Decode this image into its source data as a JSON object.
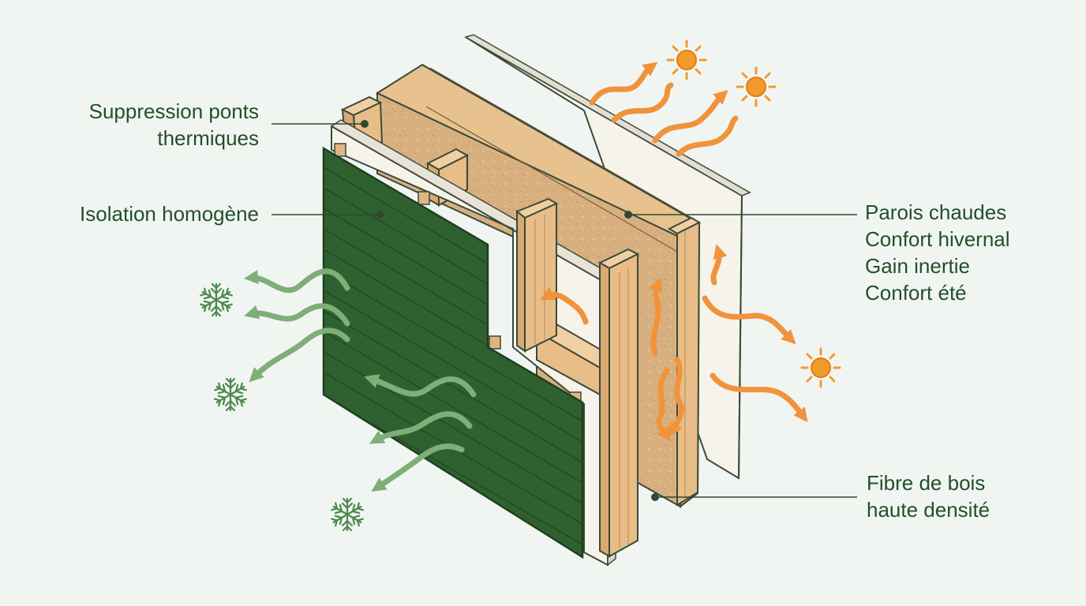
{
  "labels": {
    "thermal_bridges": [
      "Suppression ponts",
      "thermiques"
    ],
    "homogeneous_insulation": "Isolation homogène",
    "comfort": [
      "Parois chaudes",
      "Confort hivernal",
      "Gain inertie",
      "Confort été"
    ],
    "wood_fiber": [
      "Fibre de bois",
      "haute densité"
    ]
  },
  "colors": {
    "background": "#f1f5f2",
    "text": "#224f2a",
    "cladding": "#2f6130",
    "cold_arrow": "#7fae78",
    "heat_arrow": "#f0933a",
    "sun": "#f39a2c",
    "wood": "#e3b98a",
    "fiber": "#d8b080",
    "board": "#f6f3ea"
  },
  "icons": [
    "sun-icon",
    "snowflake-icon"
  ]
}
